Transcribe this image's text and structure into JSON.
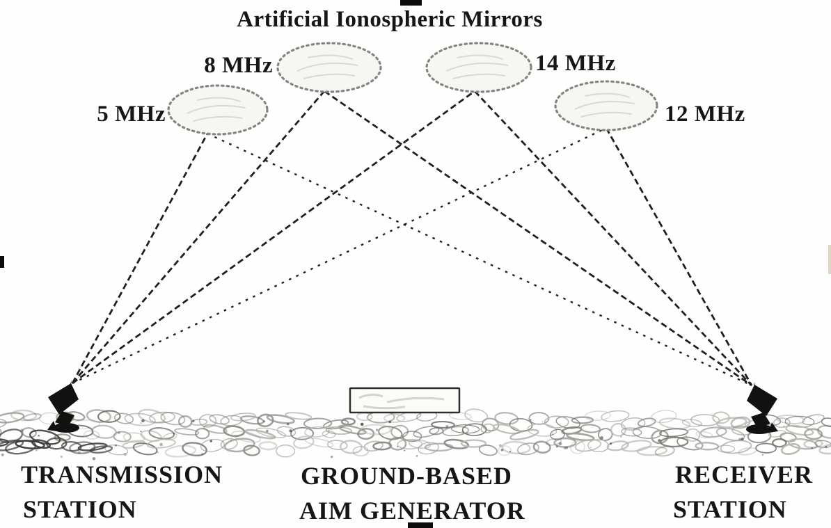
{
  "diagram": {
    "title": "Artificial Ionospheric Mirrors",
    "mirrors": [
      {
        "id": "mirror-5mhz",
        "label": "5 MHz",
        "frequency_mhz": 5
      },
      {
        "id": "mirror-8mhz",
        "label": "8 MHz",
        "frequency_mhz": 8
      },
      {
        "id": "mirror-14mhz",
        "label": "14 MHz",
        "frequency_mhz": 14
      },
      {
        "id": "mirror-12mhz",
        "label": "12 MHz",
        "frequency_mhz": 12
      }
    ],
    "stations": {
      "transmission": {
        "line1": "TRANSMISSION",
        "line2": "STATION"
      },
      "generator": {
        "line1": "GROUND-BASED",
        "line2": "AIM GENERATOR"
      },
      "receiver": {
        "line1": "RECEIVER",
        "line2": "STATION"
      }
    },
    "links": [
      {
        "from": "transmission-station",
        "to": "mirror-5mhz",
        "style": "dashed"
      },
      {
        "from": "transmission-station",
        "to": "mirror-8mhz",
        "style": "dashed"
      },
      {
        "from": "transmission-station",
        "to": "mirror-14mhz",
        "style": "dashed"
      },
      {
        "from": "transmission-station",
        "to": "mirror-12mhz",
        "style": "dotted"
      },
      {
        "from": "mirror-5mhz",
        "to": "receiver-station",
        "style": "dotted"
      },
      {
        "from": "mirror-8mhz",
        "to": "receiver-station",
        "style": "dashed"
      },
      {
        "from": "mirror-14mhz",
        "to": "receiver-station",
        "style": "dashed"
      },
      {
        "from": "mirror-12mhz",
        "to": "receiver-station",
        "style": "dashed"
      }
    ],
    "colors": {
      "ink": "#1c1c1c",
      "mirror_fill": "#f6f6f2",
      "mirror_stroke": "#85857f",
      "ground": "#8f8f8a",
      "background": "#fefefe"
    }
  }
}
